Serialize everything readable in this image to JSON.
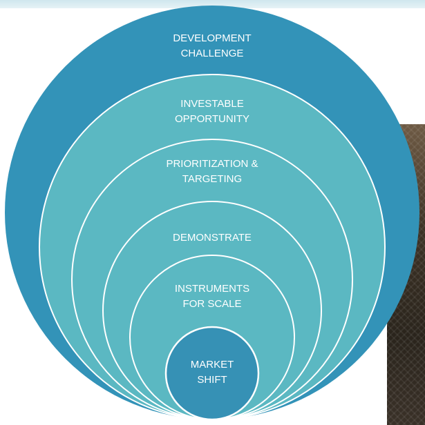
{
  "diagram": {
    "colors": {
      "outer": "#3393b8",
      "inner": "#5bb8c2",
      "core": "#3691b5",
      "stroke": "#ffffff",
      "text": "#ffffff"
    },
    "layers": [
      {
        "line1": "DEVELOPMENT",
        "line2": "CHALLENGE"
      },
      {
        "line1": "INVESTABLE",
        "line2": "OPPORTUNITY"
      },
      {
        "line1": "PRIORITIZATION &",
        "line2": "TARGETING"
      },
      {
        "line1": "DEMONSTRATE",
        "line2": ""
      },
      {
        "line1": "INSTRUMENTS",
        "line2": "FOR SCALE"
      },
      {
        "line1": "MARKET",
        "line2": "SHIFT"
      }
    ]
  }
}
